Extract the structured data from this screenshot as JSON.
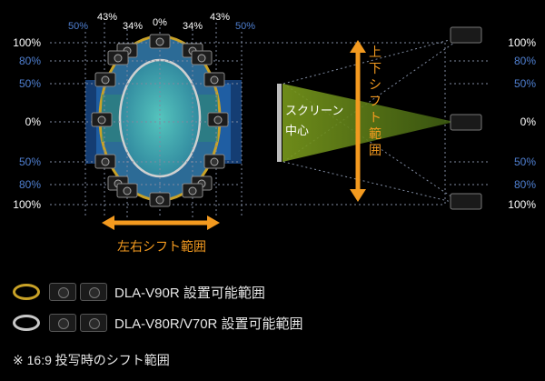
{
  "diagram": {
    "top_labels": [
      "50%",
      "43%",
      "34%",
      "0%",
      "34%",
      "43%",
      "50%"
    ],
    "left_labels": [
      "100%",
      "80%",
      "50%",
      "0%",
      "50%",
      "80%",
      "100%"
    ],
    "right_labels": [
      "100%",
      "80%",
      "50%",
      "0%",
      "50%",
      "80%",
      "100%"
    ],
    "horizontal_shift_label": "左右シフト範囲",
    "vertical_shift_label": "上下シフト範囲",
    "screen_center_label": [
      "スクリーン",
      "中心"
    ],
    "colors": {
      "orange": "#f39a1f",
      "blue_text": "#4f7fd0",
      "gold_ring": "#c9a227",
      "silver_ring": "#c8c8c8",
      "teal": "#3aa3a0",
      "navy": "#123a6e",
      "green_beam": "#6f8f1e"
    }
  },
  "legend": [
    {
      "ring": "gold",
      "label": "DLA-V90R 設置可能範囲"
    },
    {
      "ring": "silver",
      "label": "DLA-V80R/V70R 設置可能範囲"
    }
  ],
  "note": "※ 16:9 投写時のシフト範囲"
}
